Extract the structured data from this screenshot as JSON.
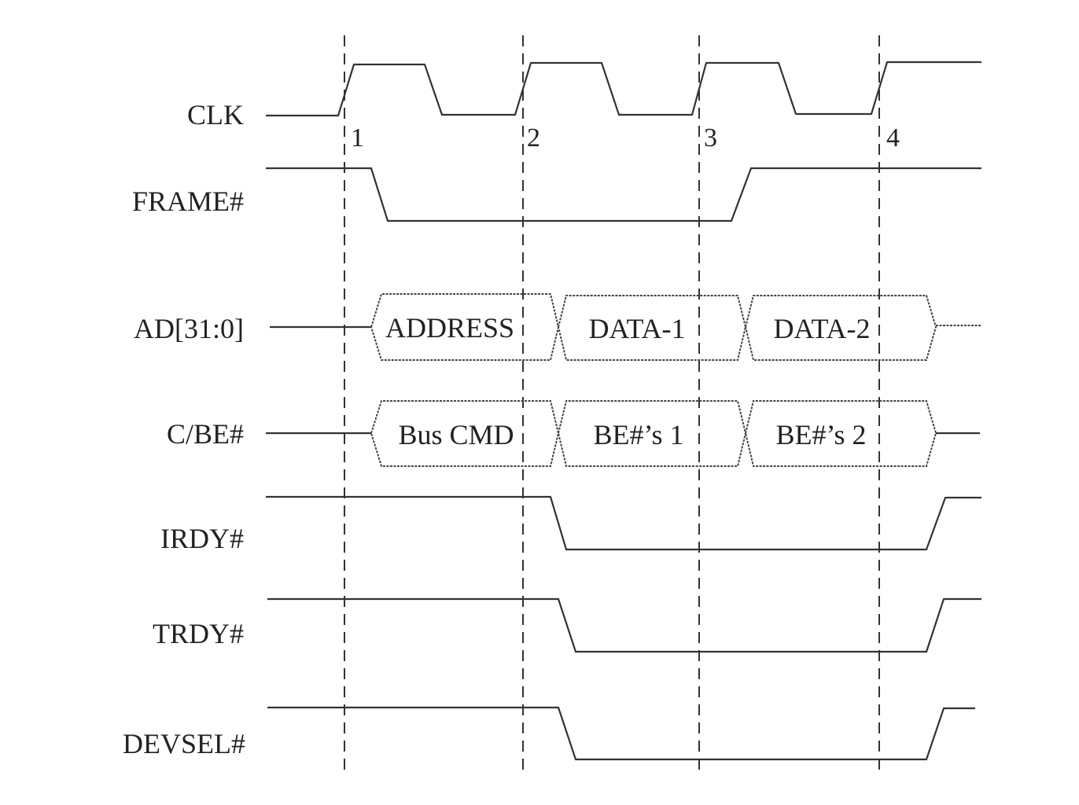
{
  "diagram": {
    "signals": [
      {
        "id": "clk",
        "label": "CLK"
      },
      {
        "id": "frame",
        "label": "FRAME#"
      },
      {
        "id": "ad",
        "label": "AD[31:0]"
      },
      {
        "id": "cbe",
        "label": "C/BE#"
      },
      {
        "id": "irdy",
        "label": "IRDY#"
      },
      {
        "id": "trdy",
        "label": "TRDY#"
      },
      {
        "id": "devsel",
        "label": "DEVSEL#"
      }
    ],
    "clock_edges": [
      "1",
      "2",
      "3",
      "4"
    ],
    "ad_phases": [
      "ADDRESS",
      "DATA-1",
      "DATA-2"
    ],
    "cbe_phases": [
      "Bus CMD",
      "BE#’s 1",
      "BE#’s 2"
    ]
  }
}
